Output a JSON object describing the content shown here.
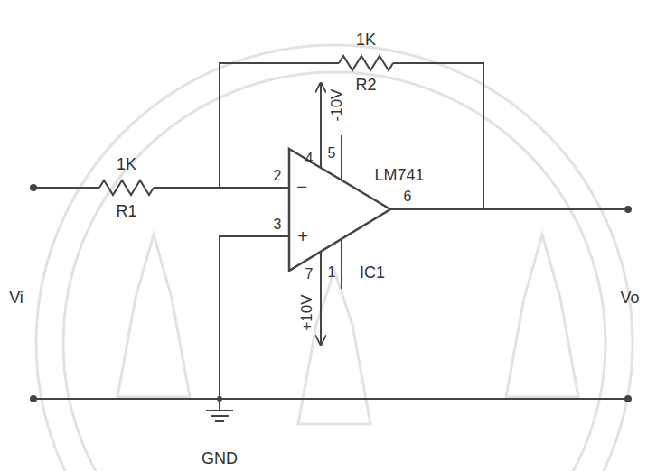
{
  "diagram": {
    "labels": [
      "1K",
      "R2",
      "1K",
      "R1",
      "LM741",
      "IC1",
      "2",
      "3",
      "6",
      "4",
      "5",
      "7",
      "1",
      "-10V",
      "+10V",
      "Vi",
      "Vo",
      "GND",
      "−",
      "+"
    ]
  }
}
